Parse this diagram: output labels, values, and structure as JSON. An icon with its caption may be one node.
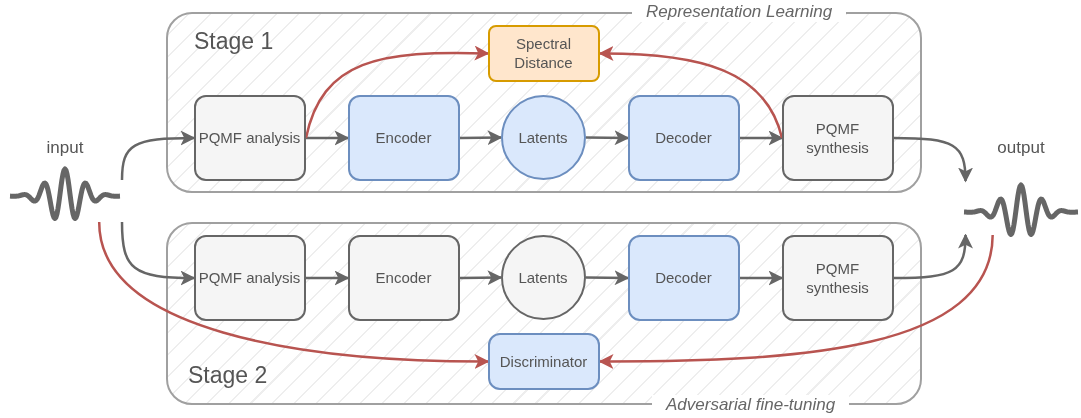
{
  "diagram": {
    "nodes": [
      {
        "text": [
          "Stage 1",
          "Representation Learning"
        ]
      },
      {
        "text": [
          "PQMF analysis"
        ],
        "in": 0
      },
      {
        "text": [
          "Encoder"
        ],
        "in": 0
      },
      {
        "text": [
          "Latents"
        ],
        "in": 0
      },
      {
        "text": [
          "Decoder"
        ],
        "in": 0
      },
      {
        "text": [
          "PQMF synthesis"
        ],
        "in": 0
      },
      {
        "text": [
          "Spectral Distance"
        ],
        "in": 0
      },
      {
        "text": [
          "Stage 2",
          "Adversarial fine-tuning"
        ]
      },
      {
        "text": [
          "PQMF analysis"
        ],
        "in": 7
      },
      {
        "text": [
          "Encoder"
        ],
        "in": 7
      },
      {
        "text": [
          "Latents"
        ],
        "in": 7
      },
      {
        "text": [
          "Decoder"
        ],
        "in": 7
      },
      {
        "text": [
          "PQMF synthesis"
        ],
        "in": 7
      },
      {
        "text": [
          "Discriminator"
        ],
        "in": 7
      },
      {
        "text": [
          "input"
        ]
      },
      {
        "text": [
          "output"
        ]
      }
    ],
    "edges": [
      {
        "from": 14,
        "to": 1,
        "arrow": "to"
      },
      {
        "from": 1,
        "to": 2,
        "arrow": "to"
      },
      {
        "from": 2,
        "to": 3,
        "arrow": "to"
      },
      {
        "from": 3,
        "to": 4,
        "arrow": "to"
      },
      {
        "from": 4,
        "to": 5,
        "arrow": "to"
      },
      {
        "from": 5,
        "to": 15,
        "arrow": "to"
      },
      {
        "from": 1,
        "to": 6,
        "arrow": "to",
        "color": "#b85450"
      },
      {
        "from": 5,
        "to": 6,
        "arrow": "to",
        "color": "#b85450"
      },
      {
        "from": 14,
        "to": 8,
        "arrow": "to"
      },
      {
        "from": 8,
        "to": 9,
        "arrow": "to"
      },
      {
        "from": 9,
        "to": 10,
        "arrow": "to"
      },
      {
        "from": 10,
        "to": 11,
        "arrow": "to"
      },
      {
        "from": 11,
        "to": 12,
        "arrow": "to"
      },
      {
        "from": 12,
        "to": 15,
        "arrow": "to"
      },
      {
        "from": 14,
        "to": 13,
        "arrow": "to",
        "color": "#b85450"
      },
      {
        "from": 15,
        "to": 13,
        "arrow": "to",
        "color": "#b85450"
      }
    ]
  }
}
